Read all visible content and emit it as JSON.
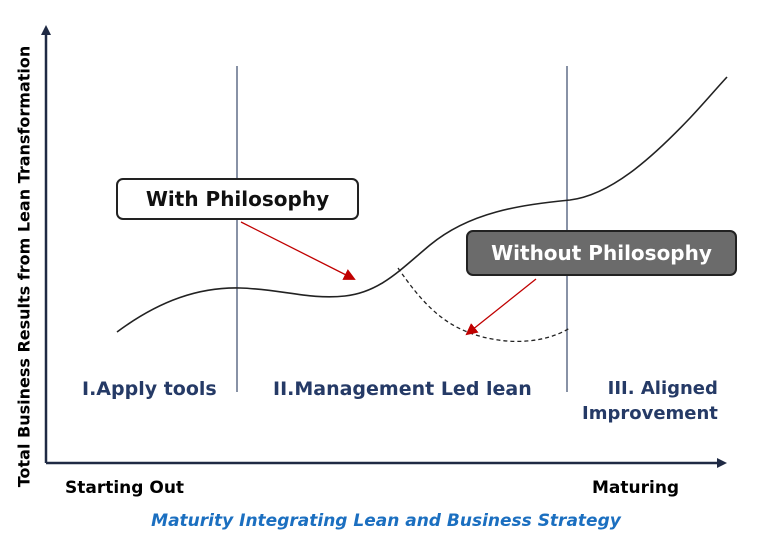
{
  "diagram": {
    "y_axis_label": "Total Business Results from Lean Transformation",
    "x_axis_start_label": "Starting Out",
    "x_axis_end_label": "Maturing",
    "caption": "Maturity Integrating Lean and Business Strategy",
    "phases": [
      {
        "label": "I.Apply tools"
      },
      {
        "label": "II.Management Led lean"
      },
      {
        "label_line1": "III. Aligned",
        "label_line2": "Improvement"
      }
    ],
    "callouts": {
      "with_philosophy": "With Philosophy",
      "without_philosophy": "Without Philosophy"
    },
    "colors": {
      "axis": "#1f2a44",
      "phase_text": "#253a66",
      "caption": "#1b6fc0",
      "arrow": "#c00000",
      "without_box_fill": "#6b6b6b"
    }
  }
}
